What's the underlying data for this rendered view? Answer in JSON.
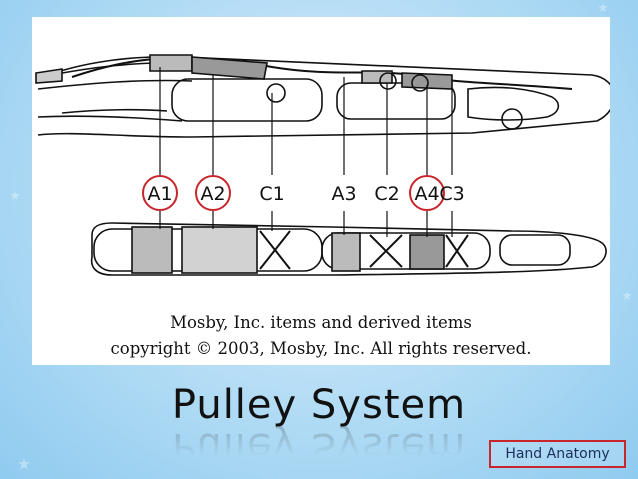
{
  "diagram": {
    "pulley_labels": [
      {
        "text": "A1",
        "circled": true
      },
      {
        "text": "A2",
        "circled": true
      },
      {
        "text": "C1",
        "circled": false
      },
      {
        "text": "A3",
        "circled": false
      },
      {
        "text": "C2",
        "circled": false
      },
      {
        "text": "A4",
        "circled": true
      },
      {
        "text": "C3",
        "circled": false
      }
    ],
    "caption_line1": "Mosby, Inc. items and derived items",
    "caption_line2": "copyright © 2003, Mosby, Inc. All rights reserved.",
    "highlight_color": "#c8262b"
  },
  "slide": {
    "title": "Pulley System",
    "badge": "Hand Anatomy"
  }
}
